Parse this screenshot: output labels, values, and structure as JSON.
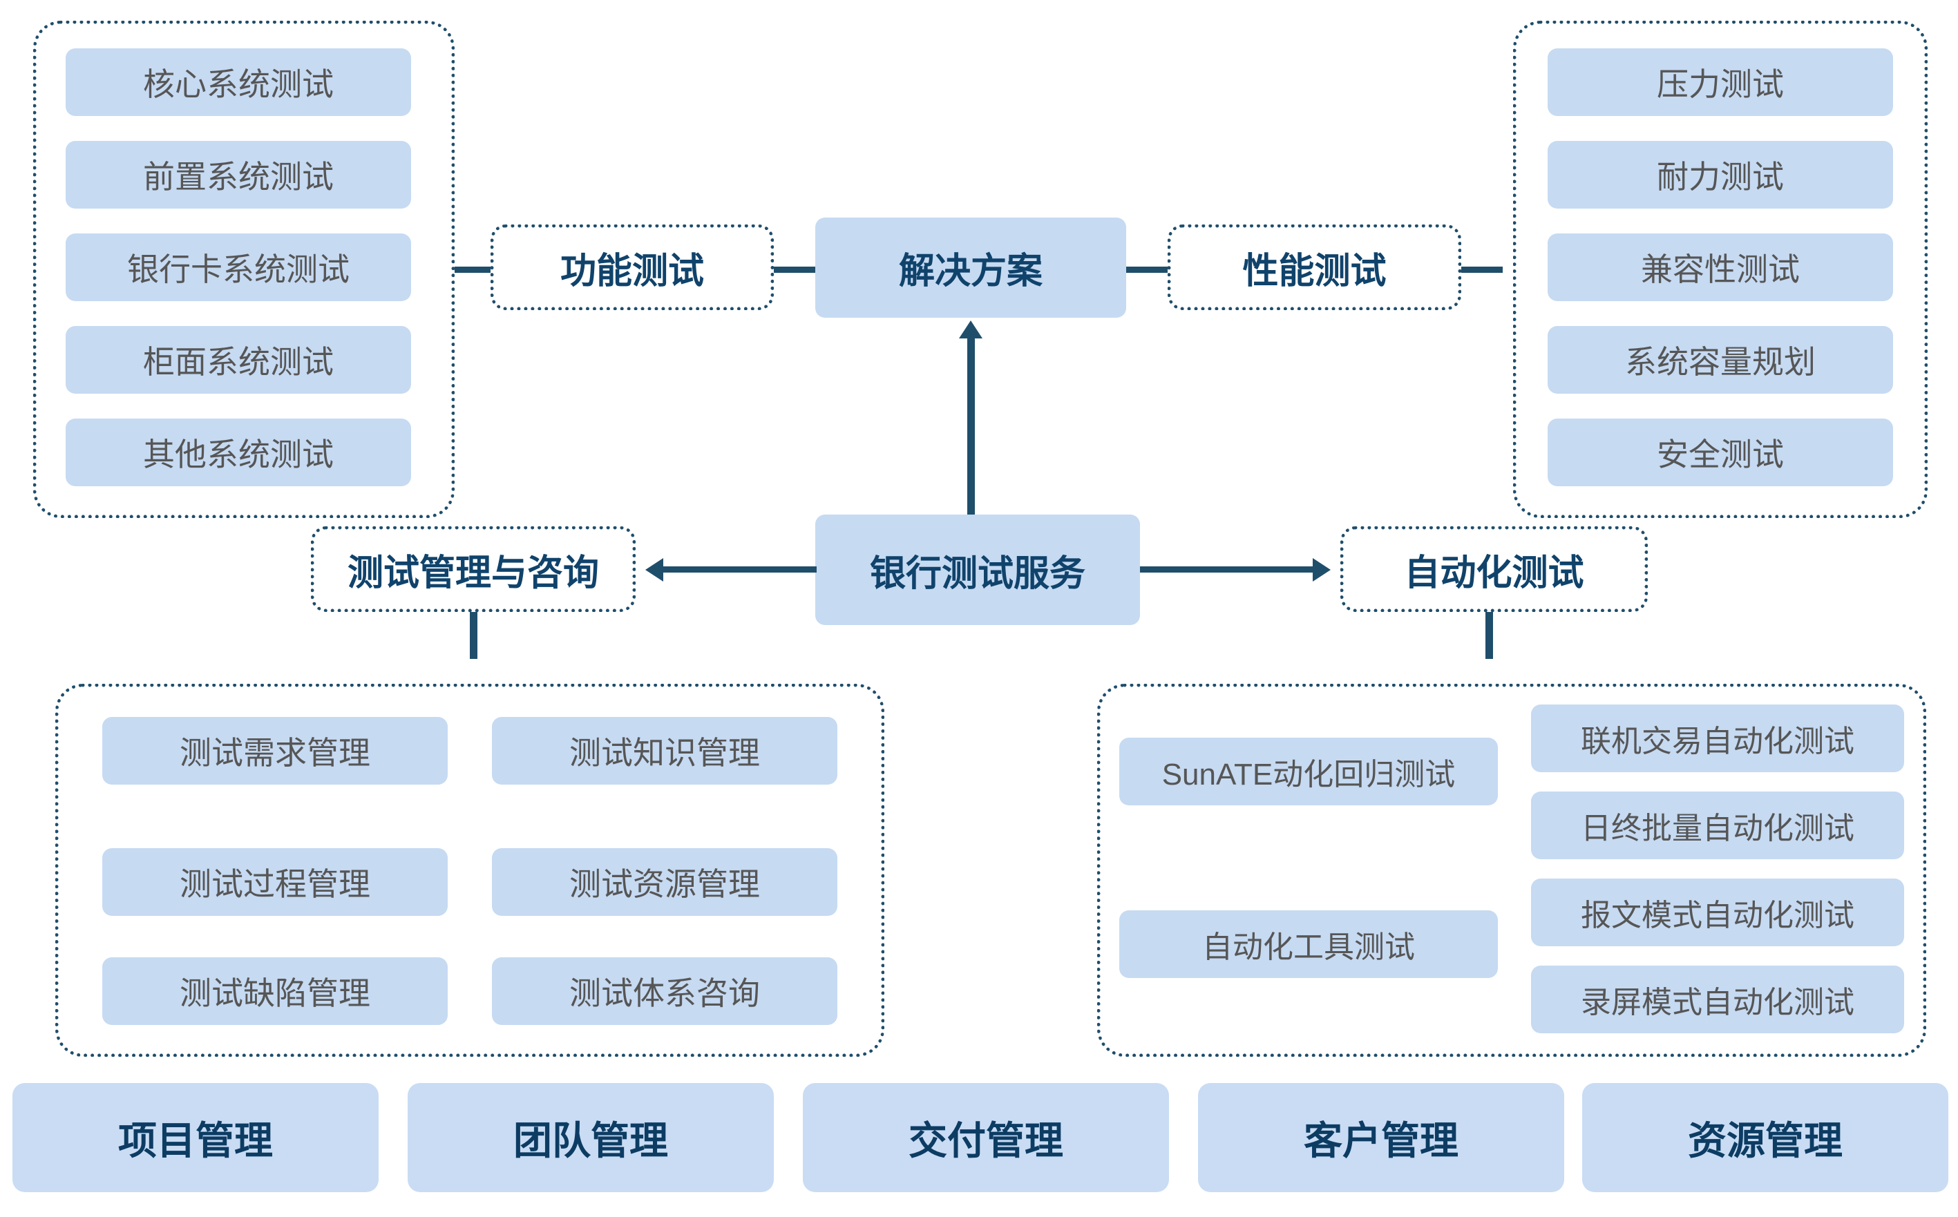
{
  "diagram": {
    "title": "银行测试服务解决方案",
    "colors": {
      "node_fill": "#c6daf2",
      "accent_dark": "#10436b",
      "line": "#1f4e6b",
      "item_text": "#565656",
      "bottom_card_fill": "#c9dcf4"
    }
  },
  "center": {
    "solution_label": "解决方案",
    "service_label": "银行测试服务"
  },
  "branches": {
    "functional": {
      "label": "功能测试",
      "items": [
        "核心系统测试",
        "前置系统测试",
        "银行卡系统测试",
        "柜面系统测试",
        "其他系统测试"
      ]
    },
    "performance": {
      "label": "性能测试",
      "items": [
        "压力测试",
        "耐力测试",
        "兼容性测试",
        "系统容量规划",
        "安全测试"
      ]
    },
    "management": {
      "label": "测试管理与咨询",
      "items_left": [
        "测试需求管理",
        "测试过程管理",
        "测试缺陷管理"
      ],
      "items_right": [
        "测试知识管理",
        "测试资源管理",
        "测试体系咨询"
      ]
    },
    "automation": {
      "label": "自动化测试",
      "items_left": [
        "SunATE动化回归测试",
        "自动化工具测试"
      ],
      "items_right": [
        "联机交易自动化测试",
        "日终批量自动化测试",
        "报文模式自动化测试",
        "录屏模式自动化测试"
      ]
    }
  },
  "bottom_bar": {
    "cards": [
      "项目管理",
      "团队管理",
      "交付管理",
      "客户管理",
      "资源管理"
    ]
  }
}
